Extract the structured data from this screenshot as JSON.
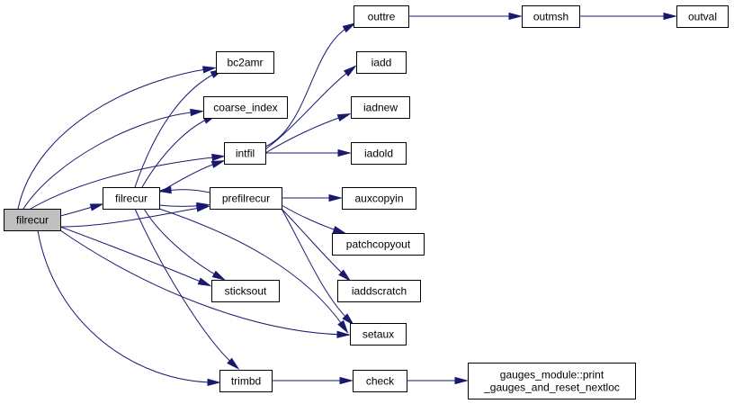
{
  "graph": {
    "edge_color": "#191970",
    "root_fill": "#bfbfbf",
    "nodes": {
      "filrecur_root": {
        "label": [
          "filrecur"
        ]
      },
      "filrecur": {
        "label": [
          "filrecur"
        ]
      },
      "bc2amr": {
        "label": [
          "bc2amr"
        ]
      },
      "coarse_index": {
        "label": [
          "coarse_index"
        ]
      },
      "intfil": {
        "label": [
          "intfil"
        ]
      },
      "prefilrecur": {
        "label": [
          "prefilrecur"
        ]
      },
      "sticksout": {
        "label": [
          "sticksout"
        ]
      },
      "setaux": {
        "label": [
          "setaux"
        ]
      },
      "trimbd": {
        "label": [
          "trimbd"
        ]
      },
      "outtre": {
        "label": [
          "outtre"
        ]
      },
      "outmsh": {
        "label": [
          "outmsh"
        ]
      },
      "outval": {
        "label": [
          "outval"
        ]
      },
      "iadd": {
        "label": [
          "iadd"
        ]
      },
      "iadnew": {
        "label": [
          "iadnew"
        ]
      },
      "iadold": {
        "label": [
          "iadold"
        ]
      },
      "auxcopyin": {
        "label": [
          "auxcopyin"
        ]
      },
      "patchcopyout": {
        "label": [
          "patchcopyout"
        ]
      },
      "iaddscratch": {
        "label": [
          "iaddscratch"
        ]
      },
      "check": {
        "label": [
          "check"
        ]
      },
      "gauges": {
        "label": [
          "gauges_module::print",
          "_gauges_and_reset_nextloc"
        ]
      }
    },
    "edges": [
      [
        "filrecur_root",
        "bc2amr"
      ],
      [
        "filrecur_root",
        "coarse_index"
      ],
      [
        "filrecur_root",
        "filrecur"
      ],
      [
        "filrecur_root",
        "intfil"
      ],
      [
        "filrecur_root",
        "prefilrecur"
      ],
      [
        "filrecur_root",
        "sticksout"
      ],
      [
        "filrecur_root",
        "setaux"
      ],
      [
        "filrecur_root",
        "trimbd"
      ],
      [
        "filrecur",
        "bc2amr"
      ],
      [
        "filrecur",
        "coarse_index"
      ],
      [
        "filrecur",
        "intfil"
      ],
      [
        "filrecur",
        "prefilrecur"
      ],
      [
        "filrecur",
        "sticksout"
      ],
      [
        "filrecur",
        "setaux"
      ],
      [
        "filrecur",
        "trimbd"
      ],
      [
        "prefilrecur",
        "filrecur"
      ],
      [
        "prefilrecur",
        "auxcopyin"
      ],
      [
        "prefilrecur",
        "patchcopyout"
      ],
      [
        "prefilrecur",
        "iaddscratch"
      ],
      [
        "prefilrecur",
        "setaux"
      ],
      [
        "intfil",
        "outtre"
      ],
      [
        "intfil",
        "iadd"
      ],
      [
        "intfil",
        "iadnew"
      ],
      [
        "intfil",
        "iadold"
      ],
      [
        "outtre",
        "outmsh"
      ],
      [
        "outmsh",
        "outval"
      ],
      [
        "trimbd",
        "check"
      ],
      [
        "check",
        "gauges"
      ]
    ]
  }
}
